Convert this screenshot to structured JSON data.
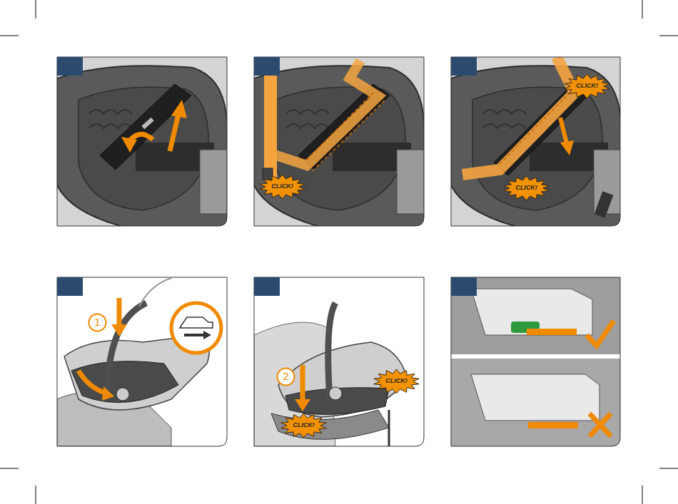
{
  "diagram": {
    "nodes": [
      {
        "text": [
          "CLICK!"
        ]
      },
      {
        "text": [
          "CLICK!"
        ]
      },
      {
        "text": [
          "CLICK!"
        ]
      },
      {
        "text": [
          "1"
        ]
      },
      {
        "text": [
          "2"
        ]
      },
      {
        "text": [
          "CLICK!"
        ]
      },
      {
        "text": [
          "CLICK!"
        ]
      }
    ]
  }
}
